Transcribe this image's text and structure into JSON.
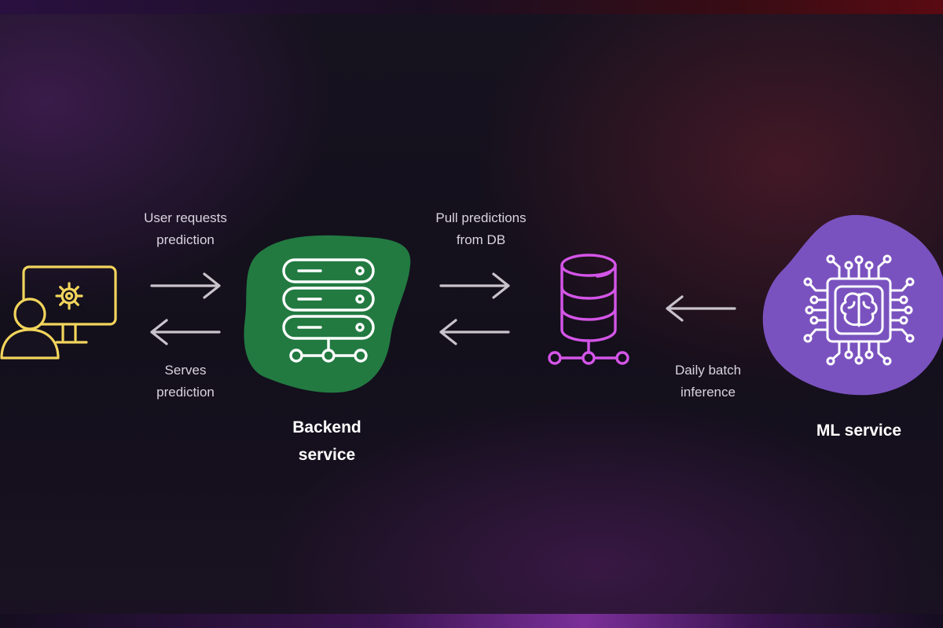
{
  "labels": {
    "user_requests": [
      "User requests",
      "prediction"
    ],
    "serves": [
      "Serves",
      "prediction"
    ],
    "pull_predictions": [
      "Pull predictions",
      "from DB"
    ],
    "daily_batch": [
      "Daily batch",
      "inference"
    ]
  },
  "nodes": {
    "backend": {
      "title": [
        "Backend",
        "service"
      ]
    },
    "ml": {
      "title": "ML service"
    }
  },
  "colors": {
    "user_icon": "#f2d55c",
    "backend_blob": "#227a41",
    "database": "#d455e8",
    "ml_blob": "#7a52bf",
    "arrow": "#c9c3cb"
  },
  "icons": {
    "user": "user-computer-gear-icon",
    "backend": "server-rack-icon",
    "database": "database-icon",
    "ml": "ai-chip-brain-icon"
  }
}
